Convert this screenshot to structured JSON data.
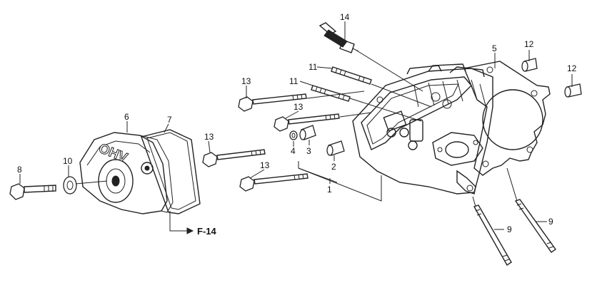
{
  "diagram": {
    "callouts": [
      {
        "id": "c14",
        "label": "14"
      },
      {
        "id": "c11a",
        "label": "11"
      },
      {
        "id": "c11b",
        "label": "11"
      },
      {
        "id": "c5",
        "label": "5"
      },
      {
        "id": "c12a",
        "label": "12"
      },
      {
        "id": "c12b",
        "label": "12"
      },
      {
        "id": "c13a",
        "label": "13"
      },
      {
        "id": "c13b",
        "label": "13"
      },
      {
        "id": "c13c",
        "label": "13"
      },
      {
        "id": "c13d",
        "label": "13"
      },
      {
        "id": "c6",
        "label": "6"
      },
      {
        "id": "c7",
        "label": "7"
      },
      {
        "id": "c4",
        "label": "4"
      },
      {
        "id": "c3",
        "label": "3"
      },
      {
        "id": "c2",
        "label": "2"
      },
      {
        "id": "c1",
        "label": "1"
      },
      {
        "id": "c8",
        "label": "8"
      },
      {
        "id": "c10",
        "label": "10"
      },
      {
        "id": "c9a",
        "label": "9"
      },
      {
        "id": "c9b",
        "label": "9"
      }
    ],
    "reference": {
      "label": "F-14"
    },
    "cover_marking": "OHV"
  }
}
